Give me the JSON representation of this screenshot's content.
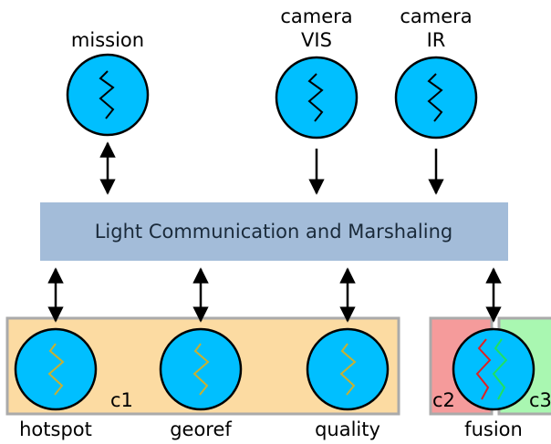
{
  "colors": {
    "node_fill": "#00bfff",
    "node_stroke": "#000000",
    "bus_fill": "#a3bcd9",
    "c1_fill": "#fcdba2",
    "c2_fill": "#f59b9b",
    "c3_fill": "#a9f7b1",
    "cluster_stroke": "#aaaaaa",
    "zigzag_top": "#000000",
    "zigzag_cluster": "#c8b032",
    "zigzag_red": "#e02020",
    "zigzag_green": "#20e060"
  },
  "bus": {
    "label": "Light Communication and Marshaling"
  },
  "top_nodes": [
    {
      "id": "mission",
      "label_lines": [
        "mission"
      ],
      "arrow": "bidirectional"
    },
    {
      "id": "camera_vis",
      "label_lines": [
        "camera",
        "VIS"
      ],
      "arrow": "down"
    },
    {
      "id": "camera_ir",
      "label_lines": [
        "camera",
        "IR"
      ],
      "arrow": "down"
    }
  ],
  "clusters": [
    {
      "id": "c1",
      "label": "c1"
    },
    {
      "id": "c2",
      "label": "c2"
    },
    {
      "id": "c3",
      "label": "c3"
    }
  ],
  "bottom_nodes": [
    {
      "id": "hotspot",
      "label": "hotspot",
      "cluster": "c1"
    },
    {
      "id": "georef",
      "label": "georef",
      "cluster": "c1"
    },
    {
      "id": "quality",
      "label": "quality",
      "cluster": "c1"
    },
    {
      "id": "fusion",
      "label": "fusion",
      "cluster": "c2,c3"
    }
  ]
}
